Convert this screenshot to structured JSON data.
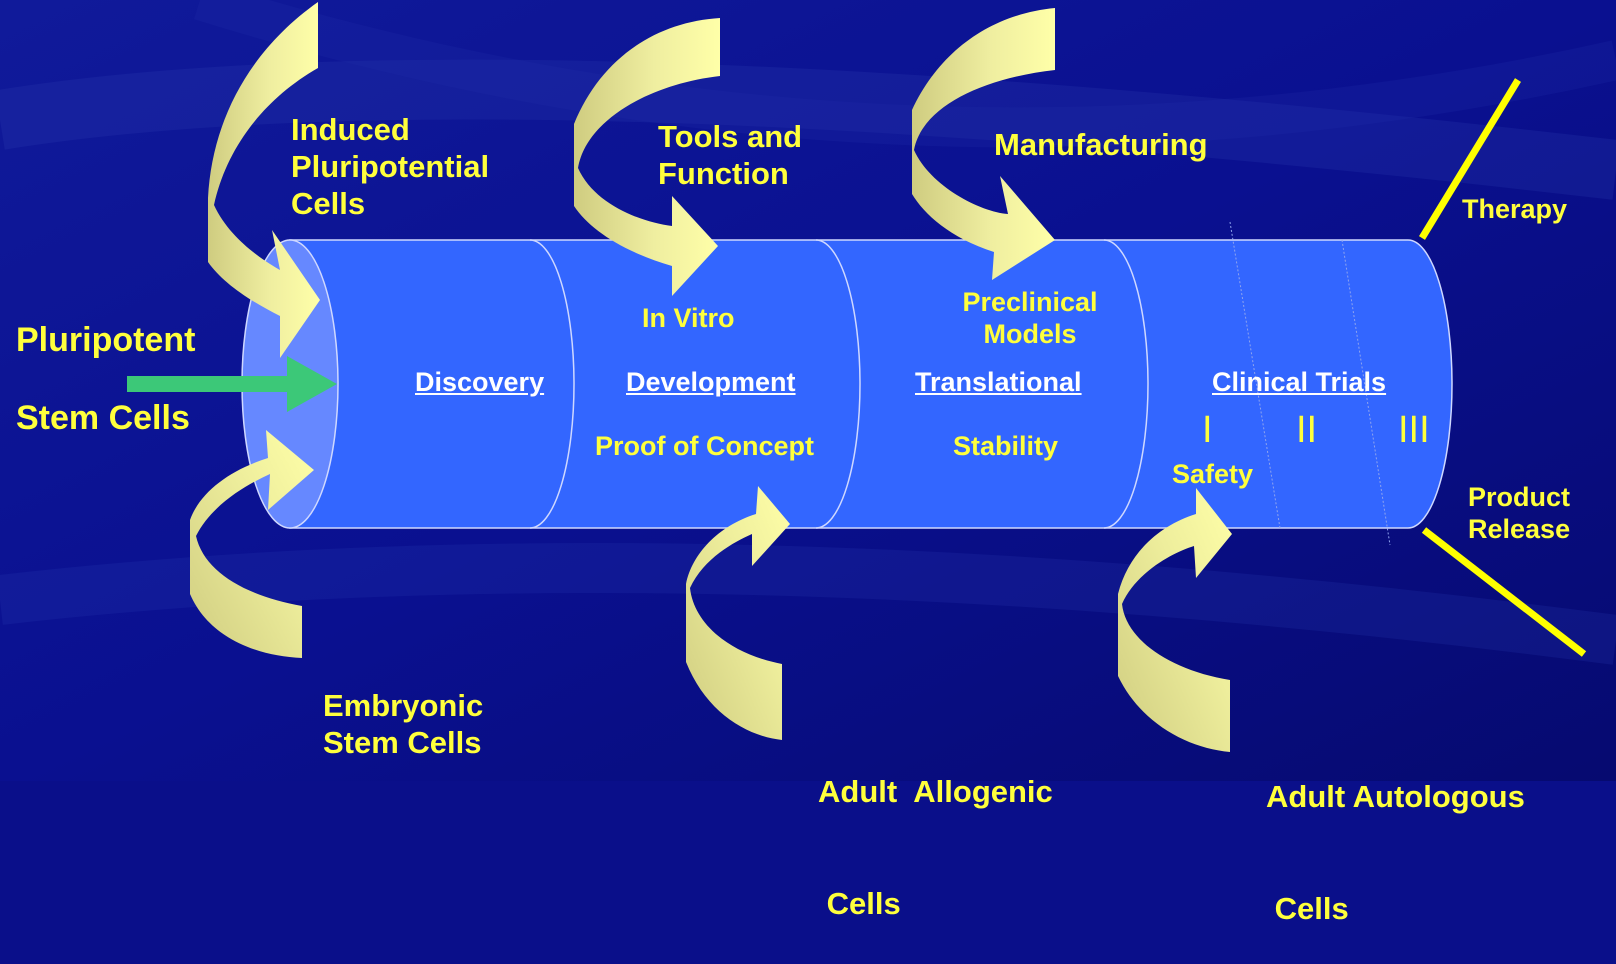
{
  "source": {
    "line1": "Pluripotent",
    "line2": "Stem Cells"
  },
  "inputs_top": [
    {
      "lines": [
        "Induced",
        "Pluripotential",
        "Cells"
      ]
    },
    {
      "lines": [
        "Tools and",
        "Function"
      ]
    },
    {
      "lines": [
        "Manufacturing"
      ]
    }
  ],
  "inputs_bottom": [
    {
      "lines": [
        "Embryonic",
        "Stem Cells"
      ]
    },
    {
      "lines": [
        "Adult  Allogenic",
        " Cells"
      ]
    },
    {
      "lines": [
        "Adult Autologous",
        " Cells"
      ]
    }
  ],
  "stages": [
    {
      "title": "Discovery"
    },
    {
      "title": "Development",
      "above": "In Vitro",
      "below": "Proof of Concept"
    },
    {
      "title": "Translational",
      "above_lines": [
        "Preclinical",
        "Models"
      ],
      "below": "Stability"
    },
    {
      "title": "Clinical Trials",
      "phases": [
        "I",
        "II",
        "III"
      ],
      "note": "Safety"
    }
  ],
  "outcomes": {
    "therapy": "Therapy",
    "release": [
      "Product",
      "Release"
    ]
  },
  "colors": {
    "background": "#0a0f8a",
    "cylinder": "#3366ff",
    "cylinder_end": "#6688ff",
    "text": "#ffff3c",
    "stage_title": "#ffffff",
    "arrow_fill": "#cfcc80",
    "arrow_light": "#ffff99",
    "source_arrow": "#3cc878",
    "outcome_lines": "#ffff00"
  }
}
